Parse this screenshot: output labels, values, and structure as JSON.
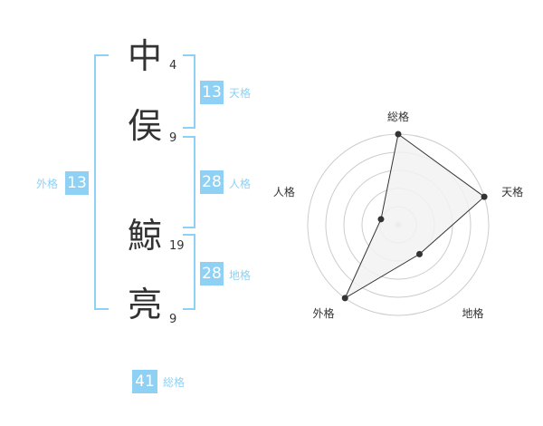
{
  "name": {
    "characters": [
      {
        "char": "中",
        "strokes": "4"
      },
      {
        "char": "俣",
        "strokes": "9"
      },
      {
        "char": "鯨",
        "strokes": "19"
      },
      {
        "char": "亮",
        "strokes": "9"
      }
    ]
  },
  "kaku": {
    "tenkaku": {
      "value": "13",
      "label": "天格"
    },
    "jinkaku": {
      "value": "28",
      "label": "人格"
    },
    "chikaku": {
      "value": "28",
      "label": "地格"
    },
    "gaikaku": {
      "value": "13",
      "label": "外格"
    },
    "soukaku": {
      "value": "41",
      "label": "総格"
    }
  },
  "chart_data": {
    "type": "radar",
    "axes": [
      "総格",
      "天格",
      "地格",
      "外格",
      "人格"
    ],
    "levels": 5,
    "max": 5,
    "values": [
      5,
      5,
      2,
      5,
      1
    ],
    "colors": {
      "fill": "#f2f2f2",
      "stroke": "#333333",
      "grid": "#cccccc",
      "center": "#cccccc"
    }
  }
}
